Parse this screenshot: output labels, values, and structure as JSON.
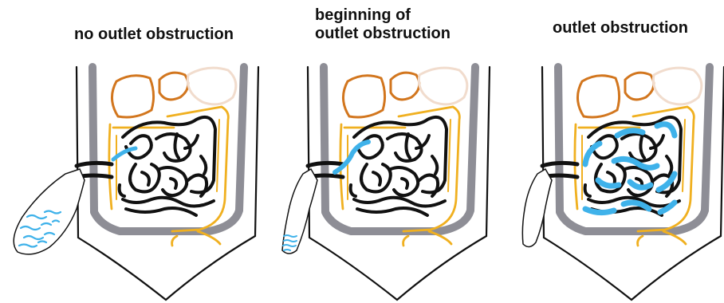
{
  "panels": [
    {
      "id": "panel-1",
      "caption": "no outlet obstruction"
    },
    {
      "id": "panel-2",
      "caption_line1": "beginning of",
      "caption_line2": "outlet obstruction"
    },
    {
      "id": "panel-3",
      "caption": "outlet obstruction"
    }
  ],
  "colors": {
    "outline": "#111111",
    "wall": "#8e8e96",
    "fluid": "#3fb2ea",
    "colon_ascending": "#f0b020",
    "stomach_dark": "#d2761e",
    "stomach_light": "#f1dccd"
  }
}
